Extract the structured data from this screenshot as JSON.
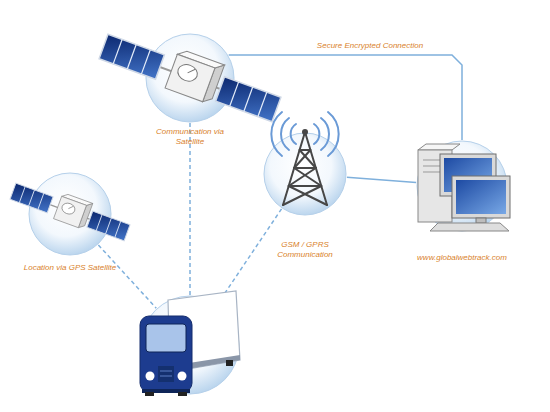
{
  "diagram": {
    "nodes": [
      {
        "text": [
          "Communication via Satellite"
        ]
      },
      {
        "text": [
          "GSM / GPRS Communication"
        ]
      },
      {
        "text": [
          "www.globalwebtrack.com"
        ]
      },
      {
        "text": [
          "Location via GPS Satellite"
        ]
      },
      {
        "text": []
      }
    ],
    "edges": [
      {
        "from": 0,
        "to": 2,
        "label": "Secure Encrypted Connection",
        "arrow": "none"
      },
      {
        "from": 1,
        "to": 2,
        "arrow": "none"
      },
      {
        "from": 0,
        "to": 4,
        "arrow": "none"
      },
      {
        "from": 3,
        "to": 4,
        "arrow": "none"
      },
      {
        "from": 1,
        "to": 4,
        "arrow": "none"
      }
    ]
  }
}
